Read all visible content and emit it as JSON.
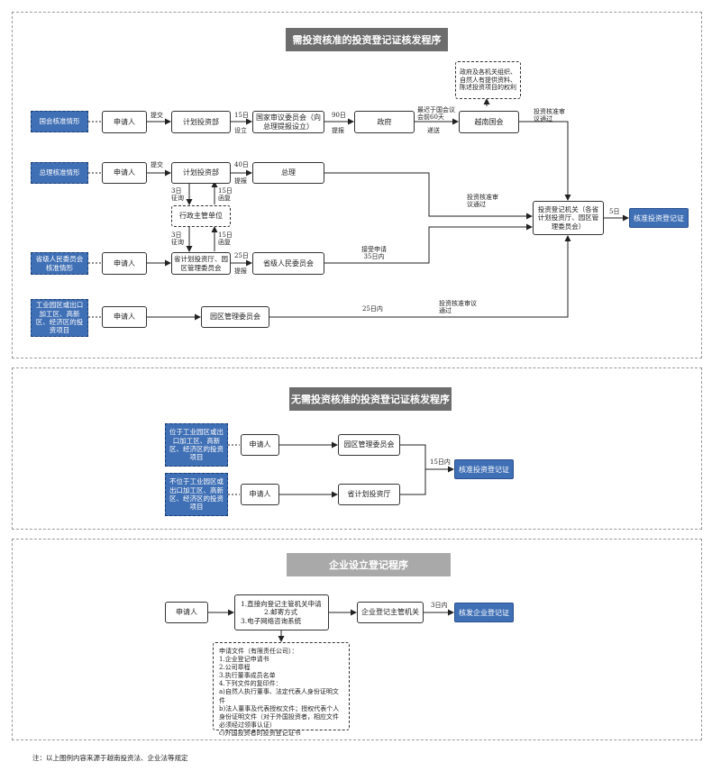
{
  "section1": {
    "title": "需投资核准的投资登记证核发程序",
    "sides": {
      "national": "国会核准情形",
      "pm": "总理核准情形",
      "province": "省级人民委员会核准情形",
      "zone": "工业园区或出口加工区、高新区、经济区的投资项目"
    },
    "boxes": {
      "applicant": "申请人",
      "mpi": "计划投资部",
      "state_committee": "国家审议委员会（向总理提报设立）",
      "government": "政府",
      "national_assembly": "越南国会",
      "gov_note": "政府及各机关组织、自然人有提供资料、陈述投资项目的权利",
      "pm": "总理",
      "admin_unit": "行政主管单位",
      "dpi": "省计划投资厅、园区管理委员会",
      "province_committee": "省级人民委员会",
      "zone_committee": "园区管理委员会",
      "registry": "投资登记机关（各省计划投资厅、园区管理委员会）",
      "result": "核准投资登记证"
    },
    "labels": {
      "submit1": "提交",
      "d15": "15日",
      "setup": "设立",
      "d90": "90日",
      "report1": "提报",
      "d60": "最迟于国会议会前60天",
      "deliver": "递送",
      "approved_nat": "投资核准审议通过",
      "submit2": "提交",
      "d40": "40日",
      "report2": "提报",
      "consult1": "3日征询",
      "reply1": "15日函复",
      "approved_mid": "投资核准审议通过",
      "consult2": "3日征询",
      "reply2": "15日函复",
      "d25": "25日",
      "report3": "提报",
      "accept": "接受申请35日内",
      "d5": "5日",
      "within25": "25日内",
      "approved_zone": "投资核准审议通过"
    }
  },
  "section2": {
    "title": "无需投资核准的投资登记证核发程序",
    "sides": {
      "inside": "位于工业园区或出口加工区、高新区、经济区的投资项目",
      "outside": "不位于工业园区或出口加工区、高新区、经济区的投资项目"
    },
    "boxes": {
      "applicant1": "申请人",
      "applicant2": "申请人",
      "zone_committee": "园区管理委员会",
      "dpi": "省计划投资厅",
      "result": "核准投资登记证"
    },
    "labels": {
      "within15": "15日内"
    }
  },
  "section3": {
    "title": "企业设立登记程序",
    "boxes": {
      "applicant": "申请人",
      "methods": [
        "1.直接向登记主管机关申请",
        "2.邮寄方式",
        "3.电子网络咨询系统"
      ],
      "authority": "企业登记主管机关",
      "result": "核发企业登记证"
    },
    "labels": {
      "d3": "3日内"
    },
    "documents": [
      "申请文件（有限责任公司）：",
      "1.企业登记申请书",
      "2.公司章程",
      "3.执行董事成员名单",
      "4.下列文件的复印件：",
      "a)自然人执行董事、法定代表人身份证明文件",
      "b)法人董事及代表授权文件；授权代表个人身份证明文件（对于外国投资者，相应文件必须经过领事认证）",
      "c)外国投资者的投资登记证书"
    ]
  },
  "note": "注：以上图例内容来源于越南投资法、企业法等规定"
}
